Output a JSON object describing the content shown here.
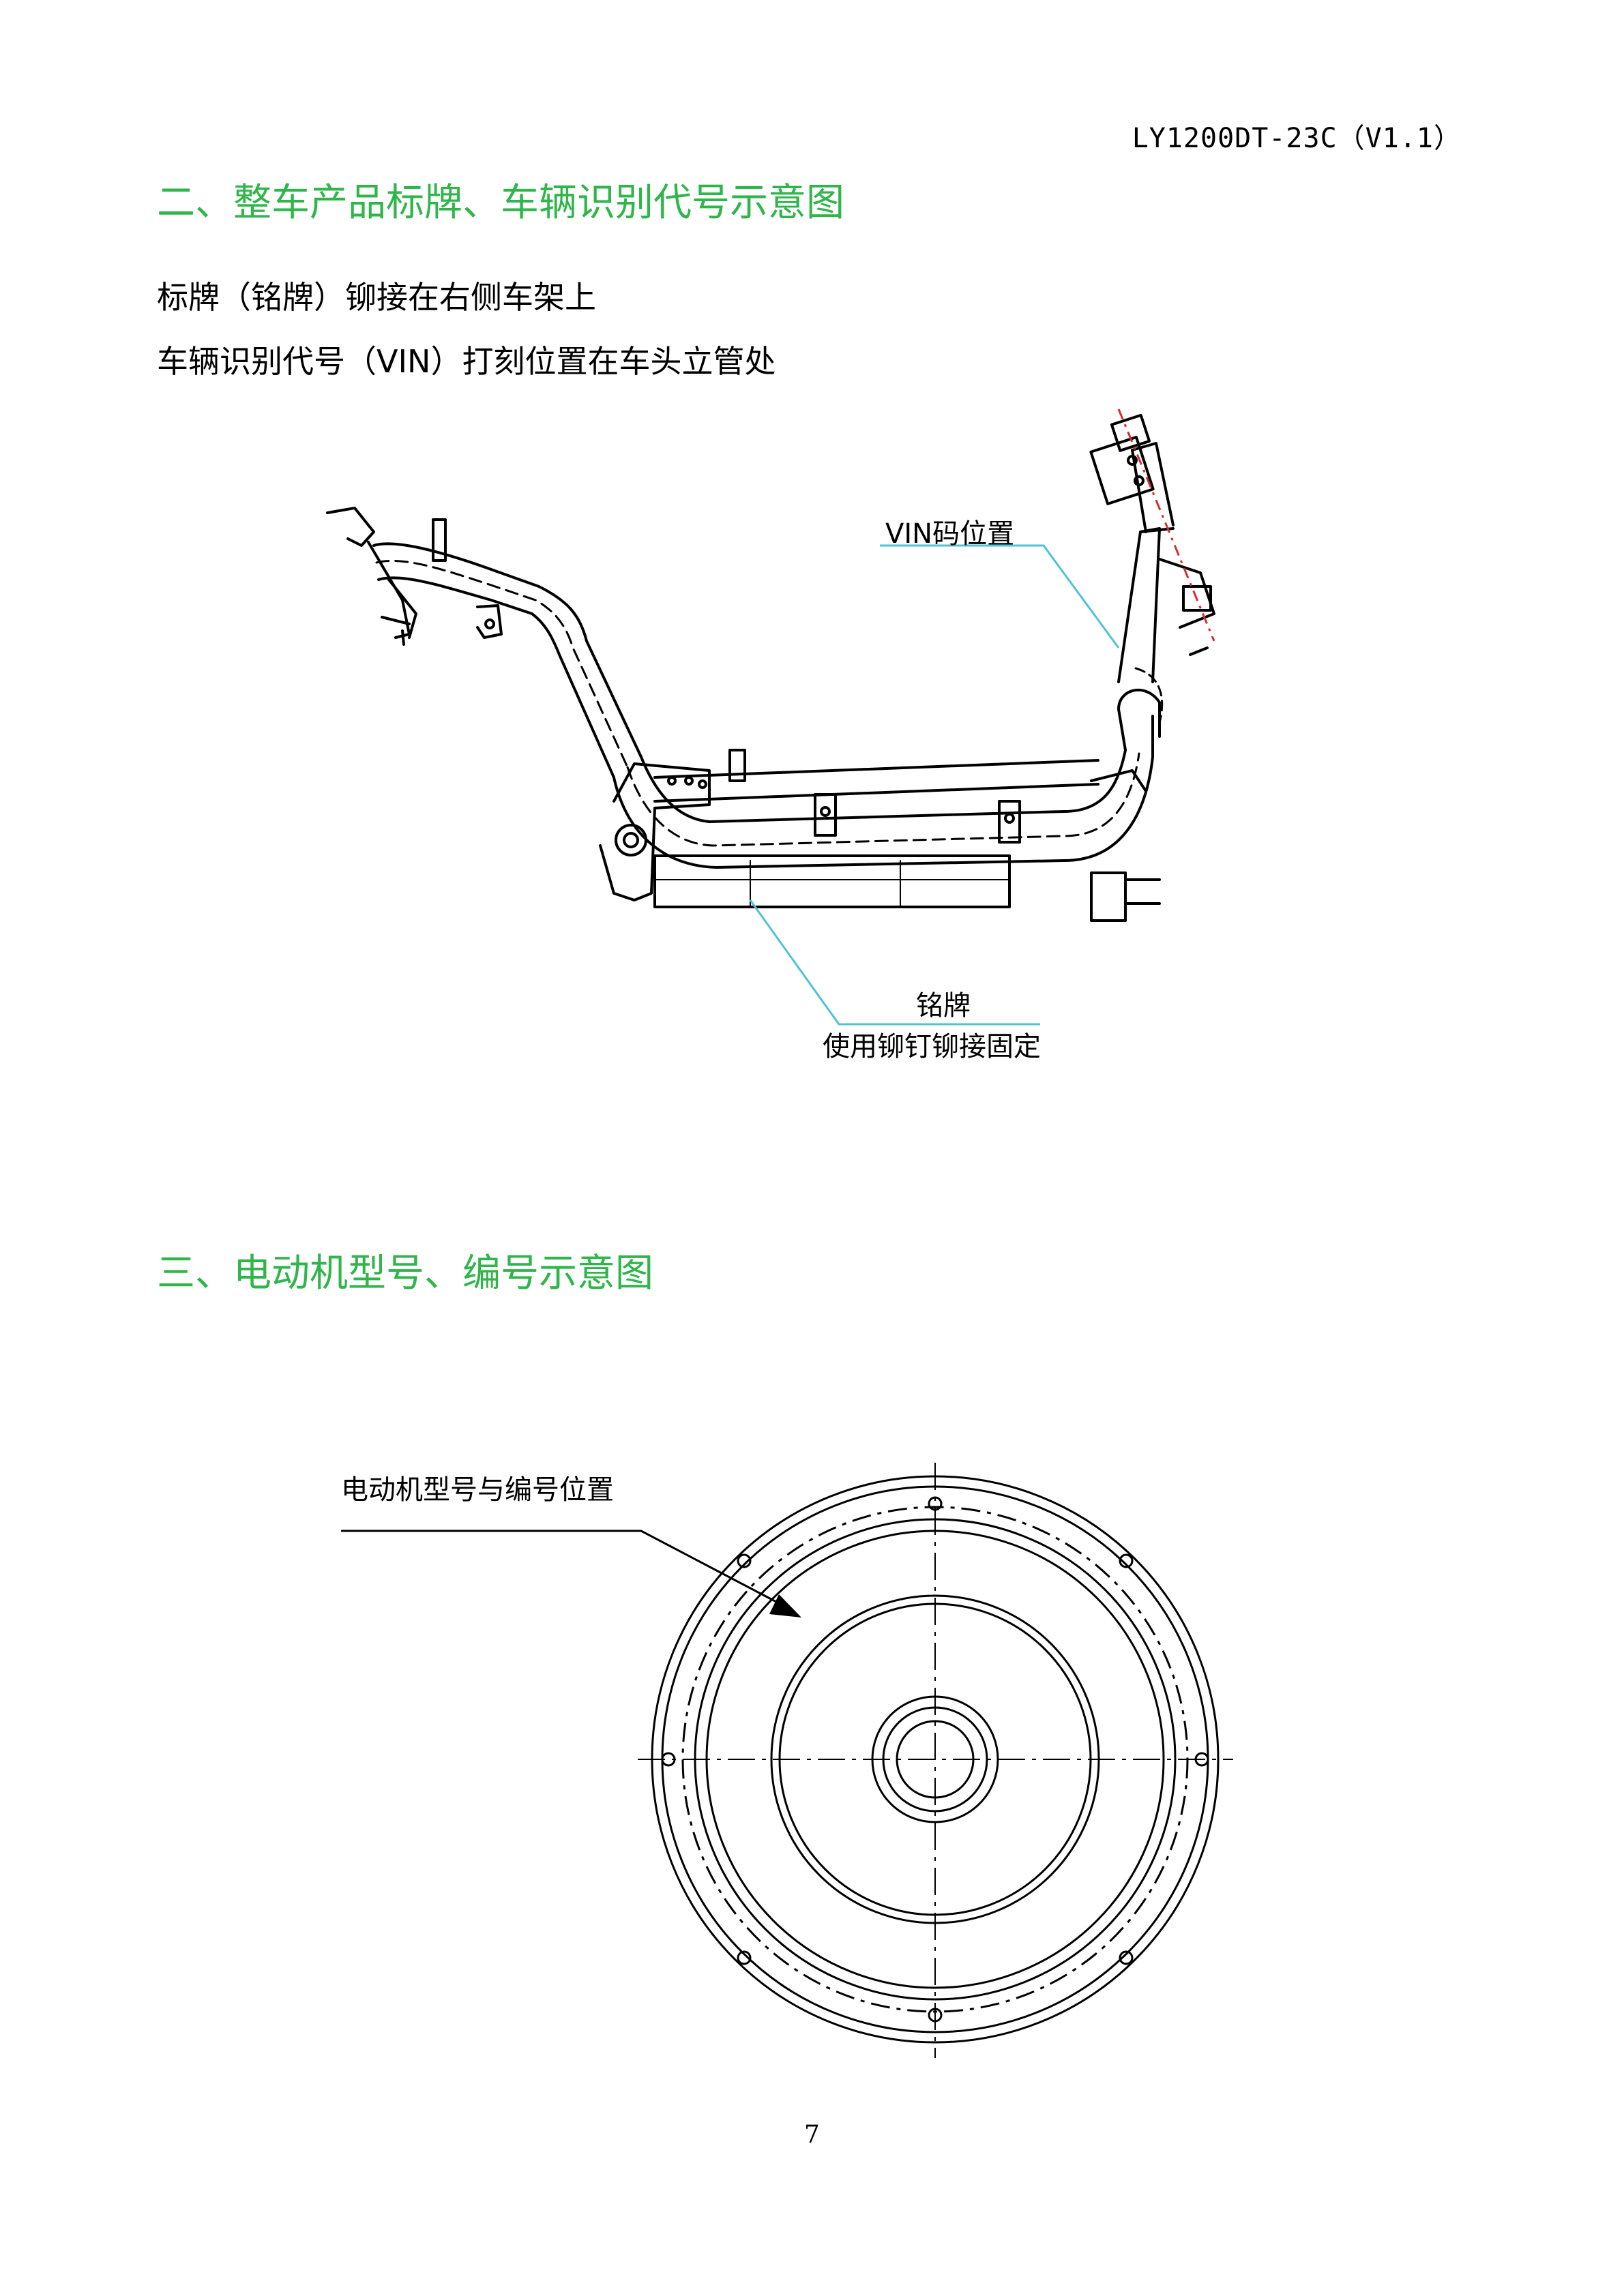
{
  "header": {
    "doc_code": "LY1200DT-23C（V1.1）"
  },
  "section2": {
    "heading": "二、整车产品标牌、车辆识别代号示意图",
    "line1": "标牌（铭牌）铆接在右侧车架上",
    "line2": "车辆识别代号（VIN）打刻位置在车头立管处",
    "vin_callout": "VIN码位置",
    "plate_callout_1": "铭牌",
    "plate_callout_2": "使用铆钉铆接固定"
  },
  "section3": {
    "heading": "三、电动机型号、编号示意图",
    "motor_callout": "电动机型号与编号位置"
  },
  "footer": {
    "page_number": "7"
  },
  "colors": {
    "heading": "#2fb54a",
    "leader_line": "#4fc3d6",
    "frame_dash": "#d32f2f",
    "line": "#000000"
  }
}
